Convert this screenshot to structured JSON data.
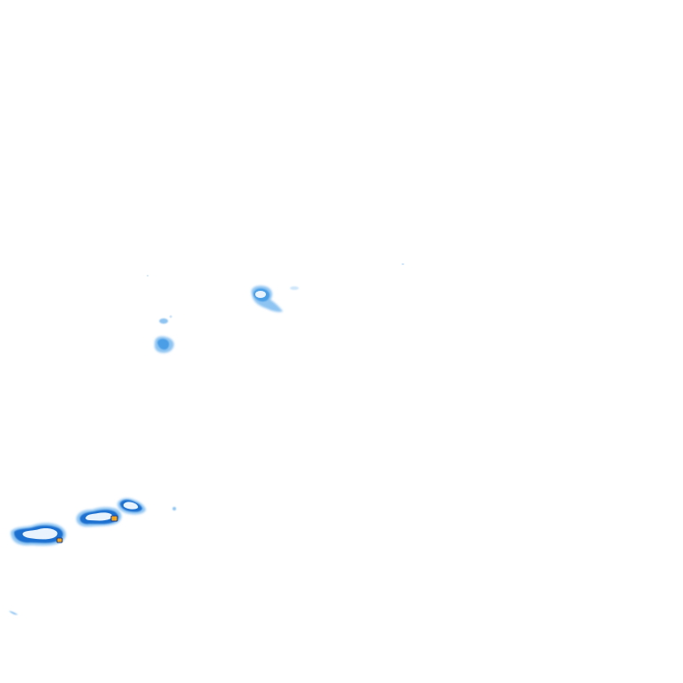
{
  "map": {
    "type": "precipitation-radar-overlay",
    "background": "#ffffff",
    "palette": {
      "very_light": "#cfe6fb",
      "light": "#8ec4f2",
      "medium": "#4a9ee6",
      "heavy": "#1f6fcf",
      "core": "#e8f3fd",
      "intense": "#f2a41c",
      "intense_edge": "#1b3f8f"
    },
    "features": [
      {
        "name": "echo-north-center",
        "intensity": "light"
      },
      {
        "name": "echo-north-center-fragment",
        "intensity": "very_light"
      },
      {
        "name": "echo-small-north",
        "intensity": "light"
      },
      {
        "name": "echo-mid-west",
        "intensity": "medium"
      },
      {
        "name": "cell-southwest-1",
        "intensity": "heavy",
        "has_intense_core": true
      },
      {
        "name": "cell-southwest-2",
        "intensity": "heavy",
        "has_intense_core": true
      },
      {
        "name": "cell-southwest-3",
        "intensity": "heavy",
        "has_intense_core": false
      },
      {
        "name": "echo-fragment-south",
        "intensity": "very_light"
      },
      {
        "name": "echo-fragment-far-southwest",
        "intensity": "very_light"
      }
    ]
  }
}
